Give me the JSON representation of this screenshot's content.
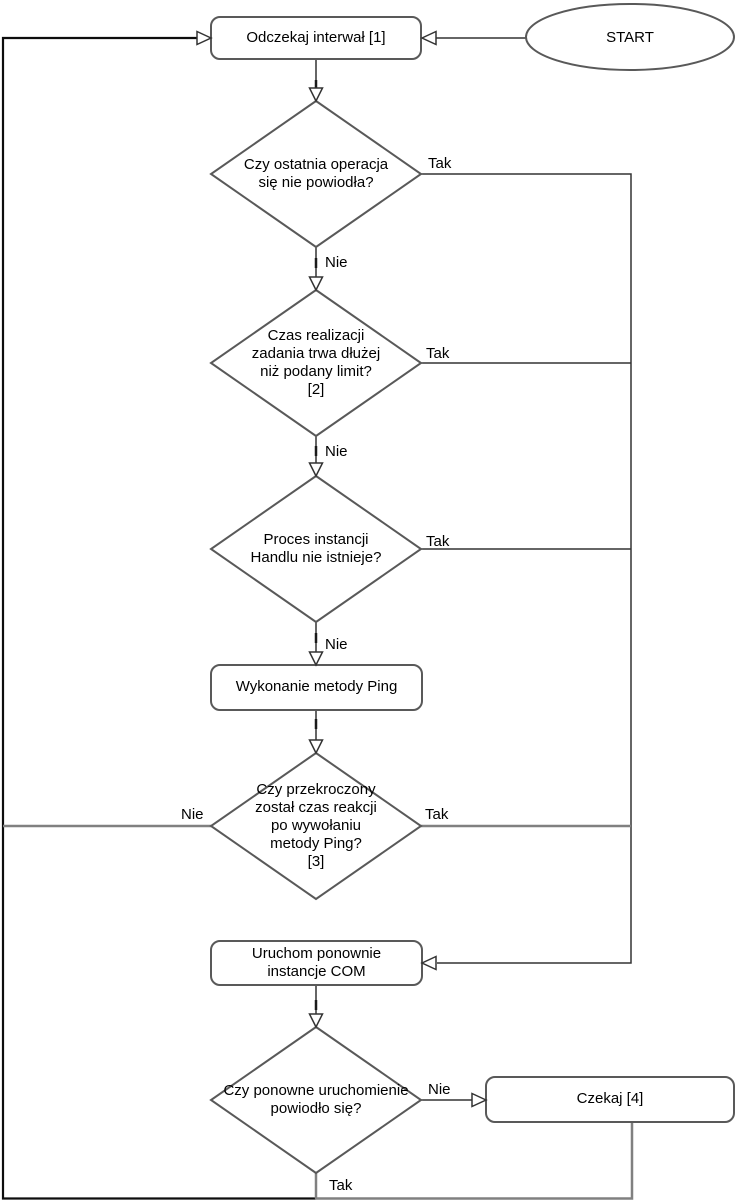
{
  "diagram": {
    "start": {
      "label": "START"
    },
    "processes": {
      "wait_interval": {
        "label": "Odczekaj interwał [1]"
      },
      "ping": {
        "label": "Wykonanie metody Ping"
      },
      "restart_com": {
        "lines": [
          "Uruchom ponownie",
          "instancje COM"
        ]
      },
      "czekaj": {
        "label": "Czekaj [4]"
      }
    },
    "decisions": {
      "d1": {
        "lines": [
          "Czy ostatnia operacja",
          "się nie powiodła?"
        ],
        "yes_label": "Tak",
        "no_label": "Nie"
      },
      "d2": {
        "lines": [
          "Czas realizacji",
          "zadania trwa dłużej",
          "niż podany limit?",
          "[2]"
        ],
        "yes_label": "Tak",
        "no_label": "Nie"
      },
      "d3": {
        "lines": [
          "Proces instancji",
          "Handlu nie istnieje?"
        ],
        "yes_label": "Tak",
        "no_label": "Nie"
      },
      "d4": {
        "lines": [
          "Czy przekroczony",
          "został czas reakcji",
          "po wywołaniu",
          "metody Ping?",
          "[3]"
        ],
        "yes_label": "Tak",
        "no_label": "Nie"
      },
      "d5": {
        "lines": [
          "Czy ponowne uruchomienie",
          "powiodło się?"
        ],
        "yes_label": "Tak",
        "no_label": "Nie"
      }
    },
    "colors": {
      "shape_border": "#595959",
      "line": "#333333",
      "loop_line": "#0d0d0d",
      "gray_line": "#808080",
      "fill": "#ffffff",
      "background": "#ffffff"
    }
  }
}
